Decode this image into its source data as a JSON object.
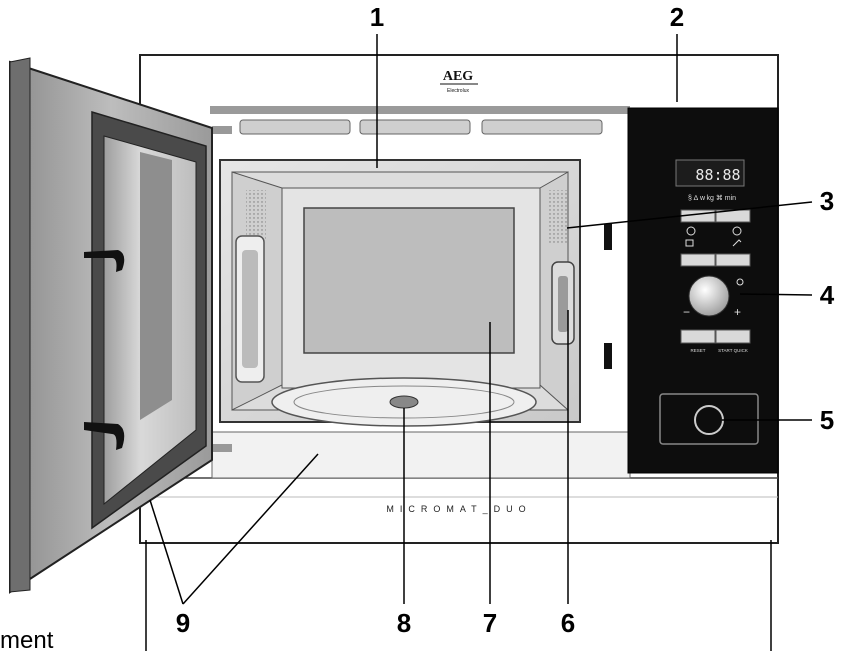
{
  "brand": {
    "logo": "AEG",
    "sub": "Electrolux"
  },
  "model_text": "MICROMAT_DUO",
  "display": {
    "digits": "88:88",
    "icons_row": "§ ∆ w kg ⌘ min"
  },
  "panel_labels": {
    "reset": "RESET",
    "start": "START QUICK"
  },
  "callouts": [
    "1",
    "2",
    "3",
    "4",
    "5",
    "6",
    "7",
    "8",
    "9"
  ],
  "bottom_text": "ment"
}
